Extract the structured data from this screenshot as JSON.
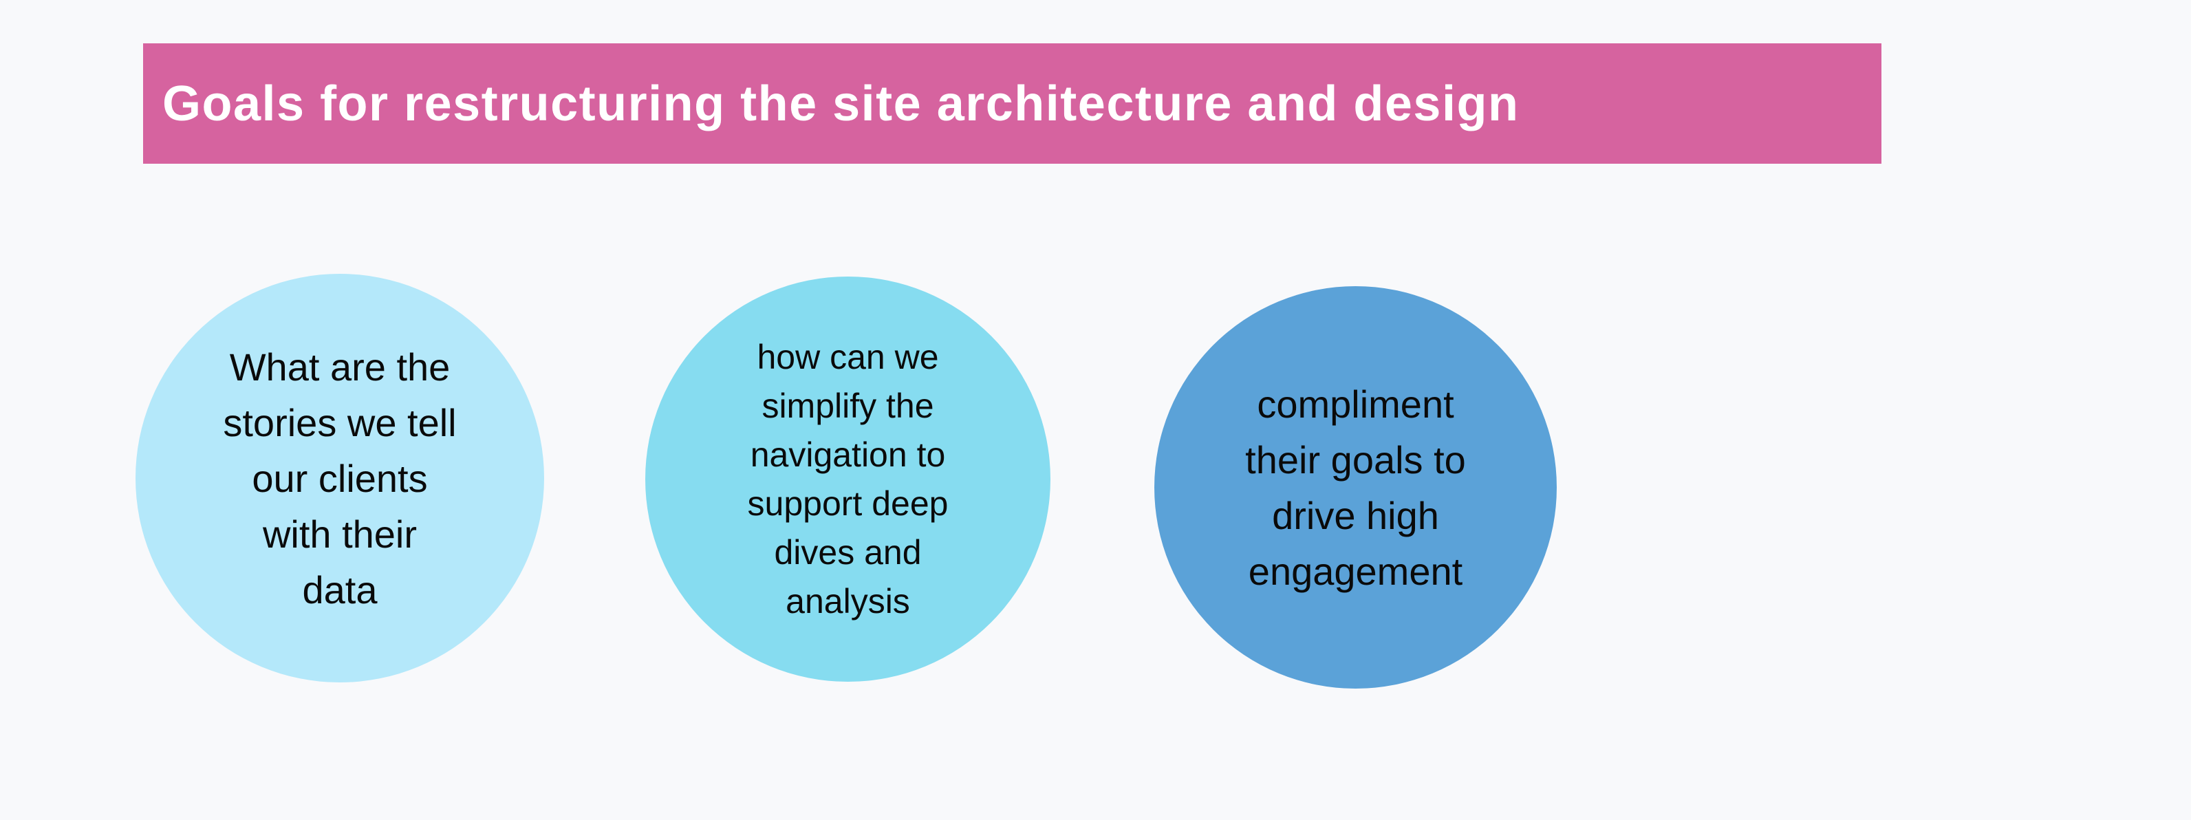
{
  "page": {
    "background_color": "#f8f9fb"
  },
  "header": {
    "title": "Goals for restructuring the site architecture and design",
    "background_color": "#d6639f",
    "text_color": "#ffffff"
  },
  "circles": [
    {
      "name": "goal-circle-1",
      "lines": [
        "What are the",
        "stories we tell",
        "our clients",
        "with their",
        "data"
      ],
      "color": "#b4e8fa",
      "text_color": "#0a0a0a"
    },
    {
      "name": "goal-circle-2",
      "lines": [
        "how can we",
        "simplify the",
        "navigation to",
        "support deep",
        "dives and",
        "analysis"
      ],
      "color": "#86dcf0",
      "text_color": "#0a0a0a"
    },
    {
      "name": "goal-circle-3",
      "lines": [
        "compliment",
        "their goals to",
        "drive high",
        "engagement"
      ],
      "color": "#5ba2d8",
      "text_color": "#0a0a0a"
    }
  ]
}
